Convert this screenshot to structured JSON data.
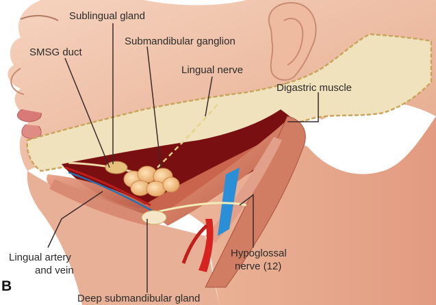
{
  "figure": {
    "panel_letter": "B",
    "labels": {
      "sublingual_gland": "Sublingual gland",
      "smsg_duct": "SMSG duct",
      "submandibular_ganglion": "Submandibular ganglion",
      "lingual_nerve": "Lingual nerve",
      "digastric_muscle": "Digastric muscle",
      "lingual_artery_line1": "Lingual artery",
      "lingual_artery_line2": "and vein",
      "hypoglossal_line1": "Hypoglossal",
      "hypoglossal_line2": "nerve (12)",
      "deep_submandibular_gland": "Deep submandibular gland"
    },
    "colors": {
      "skin": "#f1c3a8",
      "skin_shadow": "#e3a88a",
      "mandible": "#efe2bc",
      "mandible_edge": "#c9a45a",
      "cavity": "#7a0f12",
      "muscle": "#d98a73",
      "gland": "#f4c690",
      "vessel_blue": "#2a8fd6",
      "artery": "#d5241f",
      "nerve": "#f3ecb8",
      "leader": "#3a2a2a"
    }
  }
}
